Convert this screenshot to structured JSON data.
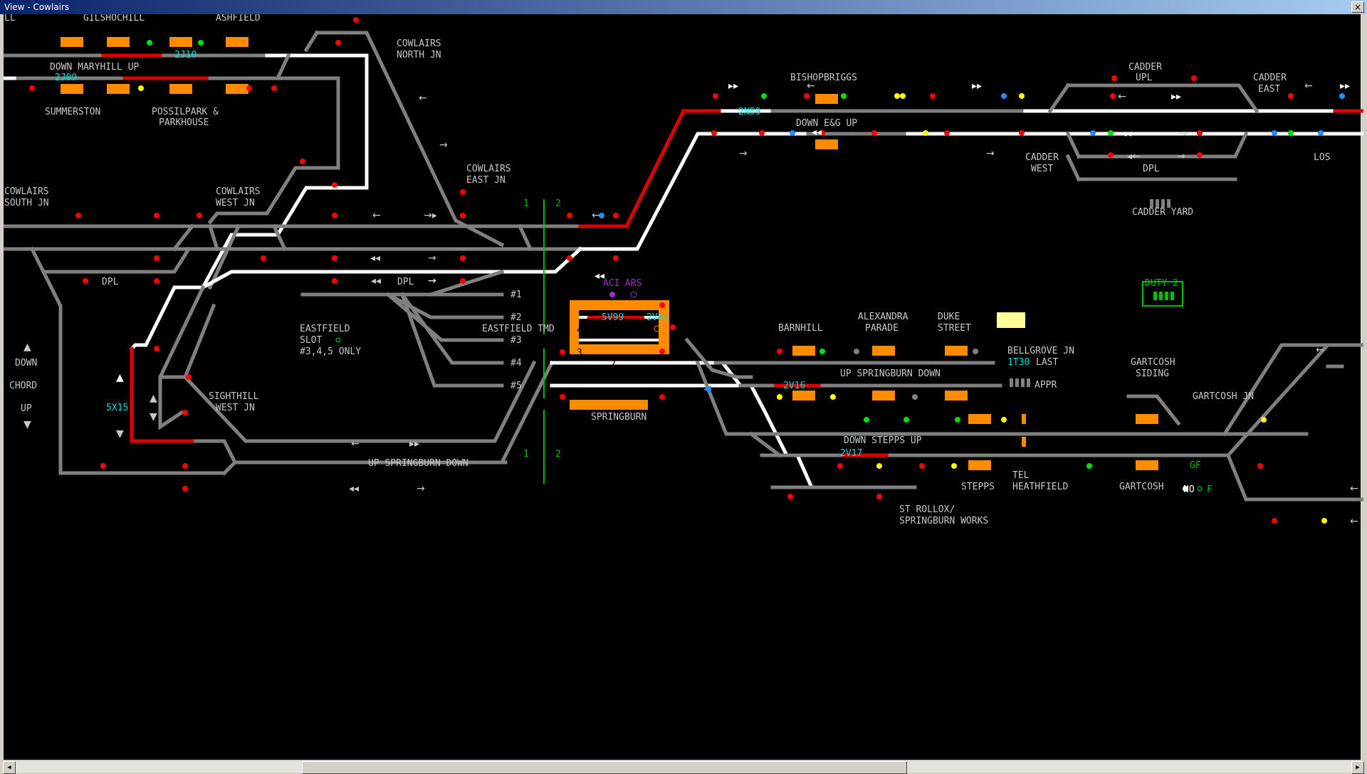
{
  "window": {
    "title": "View - Cowlairs",
    "close_label": "×"
  },
  "top_left_tag": "LL",
  "labels": {
    "gilshochill": "GILSHOCHILL",
    "ashfield": "ASHFIELD",
    "cowlairs_north_1": "COWLAIRS",
    "cowlairs_north_2": "NORTH JN",
    "down_maryhill_up": "DOWN MARYHILL UP",
    "summerston": "SUMMERSTON",
    "possilpark_1": "POSSILPARK &",
    "possilpark_2": "PARKHOUSE",
    "bishopbriggs": "BISHOPBRIGGS",
    "down_eg_up": "DOWN E&G UP",
    "cadder_upl_1": "CADDER",
    "cadder_upl_2": "UPL",
    "cadder_east_1": "CADDER",
    "cadder_east_2": "EAST",
    "cadder_west_1": "CADDER",
    "cadder_west_2": "WEST",
    "dpl_cadder": "DPL",
    "los": "LOS",
    "cadder_yard": "CADDER YARD",
    "cowlairs_east_1": "COWLAIRS",
    "cowlairs_east_2": "EAST JN",
    "cowlairs_south_1": "COWLAIRS",
    "cowlairs_south_2": "SOUTH JN",
    "cowlairs_west_1": "COWLAIRS",
    "cowlairs_west_2": "WEST JN",
    "dpl_left": "DPL",
    "dpl_mid": "DPL",
    "road1": "#1",
    "road2": "#2",
    "road3": "#3",
    "road4": "#4",
    "road5": "#5",
    "eastfield_tmd": "EASTFIELD TMD",
    "eastfield_slot_1": "EASTFIELD",
    "eastfield_slot_2": "SLOT",
    "eastfield_slot_3": "#3,4,5 ONLY",
    "down": "DOWN",
    "chord": "CHORD",
    "up": "UP",
    "sighthill_1": "SIGHTHILL",
    "sighthill_2": "WEST JN",
    "up_springburn_down_left": "UP SPRINGBURN DOWN",
    "springburn": "SPRINGBURN",
    "aci": "ACI",
    "ars": "ARS",
    "barnhill": "BARNHILL",
    "alexandra_1": "ALEXANDRA",
    "alexandra_2": "PARADE",
    "duke_1": "DUKE",
    "duke_2": "STREET",
    "bellgrove_jn": "BELLGROVE JN",
    "last": "LAST",
    "appr": "APPR",
    "up_springburn_down_right": "UP SPRINGBURN DOWN",
    "gartcosh_siding_1": "GARTCOSH",
    "gartcosh_siding_2": "SIDING",
    "gartcosh_jn": "GARTCOSH JN",
    "down_stepps_up": "DOWN STEPPS UP",
    "stepps": "STEPPS",
    "tel_1": "TEL",
    "tel_2": "HEATHFIELD",
    "gartcosh": "GARTCOSH",
    "st_rollox_1": "ST ROLLOX/",
    "st_rollox_2": "SPRINGBURN WORKS",
    "duty": "DUTY 2",
    "gf": "GF",
    "no": "NO",
    "f": "F",
    "one_left": "1",
    "two_left": "2",
    "plat1": "1",
    "plat2": "2",
    "plat3": "3",
    "plat4": "4"
  },
  "headcodes": {
    "h2j10": "2J10",
    "h2j09": "2J09",
    "h2n59": "2N59",
    "h5x15": "5X15",
    "h5v99": "5V99",
    "h2v43": "2V43",
    "h2v16": "2V16",
    "h2v17": "2V17",
    "h1t30": "1T30"
  },
  "colors": {
    "track": "#808080",
    "route_set": "#ffffff",
    "track_occupied": "#e00000",
    "platform": "#ff8c00",
    "signal_red": "#ff0000",
    "signal_green": "#00e000",
    "signal_yellow": "#ffff00",
    "signal_blue": "#1e90ff",
    "headcode_text": "#00e0e0",
    "label_text": "#c8c8c8"
  }
}
